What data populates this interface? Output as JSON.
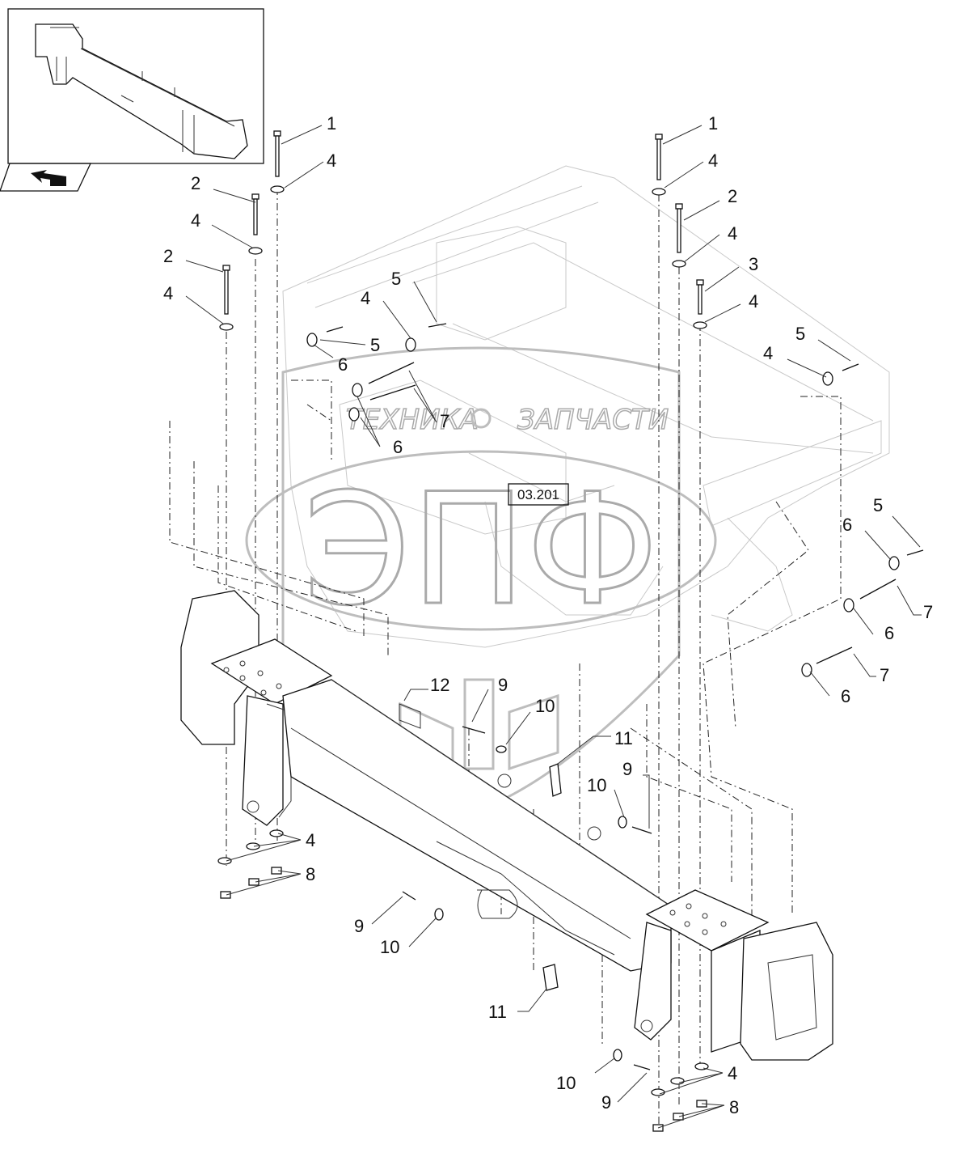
{
  "watermark": {
    "left_word": "ТЕХНИКА",
    "right_word": "ЗАПЧАСТИ",
    "logo_letters": "ЭПФ"
  },
  "reference_box": "03.201",
  "callouts": [
    {
      "id": "c1a",
      "label": "1"
    },
    {
      "id": "c4a",
      "label": "4"
    },
    {
      "id": "c2a",
      "label": "2"
    },
    {
      "id": "c4b",
      "label": "4"
    },
    {
      "id": "c2b",
      "label": "2"
    },
    {
      "id": "c4c",
      "label": "4"
    },
    {
      "id": "c5a",
      "label": "5"
    },
    {
      "id": "c4d",
      "label": "4"
    },
    {
      "id": "c5b",
      "label": "5"
    },
    {
      "id": "c6a",
      "label": "6"
    },
    {
      "id": "c7a",
      "label": "7"
    },
    {
      "id": "c6b",
      "label": "6"
    },
    {
      "id": "c1b",
      "label": "1"
    },
    {
      "id": "c4e",
      "label": "4"
    },
    {
      "id": "c2c",
      "label": "2"
    },
    {
      "id": "c4f",
      "label": "4"
    },
    {
      "id": "c3a",
      "label": "3"
    },
    {
      "id": "c4g",
      "label": "4"
    },
    {
      "id": "c5c",
      "label": "5"
    },
    {
      "id": "c4h",
      "label": "4"
    },
    {
      "id": "c5d",
      "label": "5"
    },
    {
      "id": "c6c",
      "label": "6"
    },
    {
      "id": "c7b",
      "label": "7"
    },
    {
      "id": "c6d",
      "label": "6"
    },
    {
      "id": "c7c",
      "label": "7"
    },
    {
      "id": "c6e",
      "label": "6"
    },
    {
      "id": "c12a",
      "label": "12"
    },
    {
      "id": "c9a",
      "label": "9"
    },
    {
      "id": "c10a",
      "label": "10"
    },
    {
      "id": "c11a",
      "label": "11"
    },
    {
      "id": "c9b",
      "label": "9"
    },
    {
      "id": "c10b",
      "label": "10"
    },
    {
      "id": "c4i",
      "label": "4"
    },
    {
      "id": "c8a",
      "label": "8"
    },
    {
      "id": "c9c",
      "label": "9"
    },
    {
      "id": "c10c",
      "label": "10"
    },
    {
      "id": "c11b",
      "label": "11"
    },
    {
      "id": "c10d",
      "label": "10"
    },
    {
      "id": "c9d",
      "label": "9"
    },
    {
      "id": "c4j",
      "label": "4"
    },
    {
      "id": "c8b",
      "label": "8"
    }
  ]
}
